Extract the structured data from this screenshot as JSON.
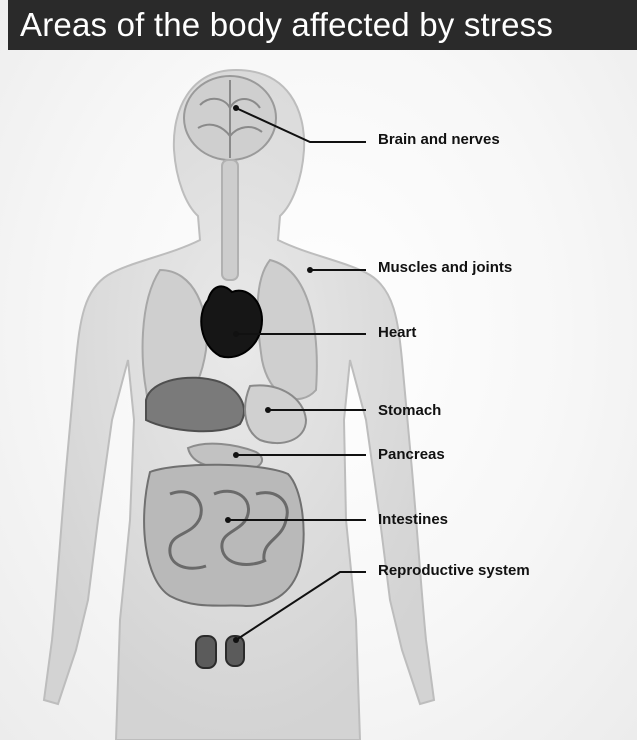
{
  "title": "Areas of the body affected by stress",
  "labels": {
    "brain": "Brain and nerves",
    "muscles": "Muscles and joints",
    "heart": "Heart",
    "stomach": "Stomach",
    "pancreas": "Pancreas",
    "intestines": "Intestines",
    "reproductive": "Reproductive system"
  }
}
